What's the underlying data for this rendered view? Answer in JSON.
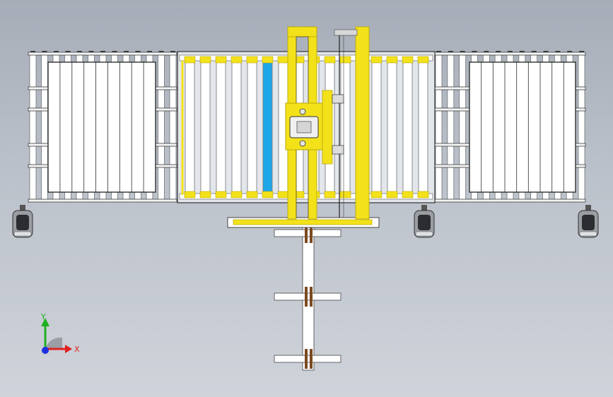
{
  "viewport": {
    "background_top": "#a6adb8",
    "background_bottom": "#cfd3da"
  },
  "colors": {
    "frame_yellow": "#f3e21a",
    "frame_yellow_dark": "#b8a80a",
    "roller_fill": "#ffffff",
    "roller_edge": "#6e7276",
    "highlight_roller": "#1ea7e8",
    "axis_x": "#e02020",
    "axis_y": "#20b020",
    "axis_z": "#2030e0"
  },
  "triad": {
    "x_label": "X",
    "y_label": "Y",
    "x_icon": "x-axis-arrow-icon",
    "y_icon": "y-axis-arrow-icon",
    "z_icon": "z-axis-dot-icon"
  },
  "model": {
    "left_conveyor": "left-roller-conveyor",
    "center_conveyor": "center-roller-conveyor",
    "right_conveyor": "right-roller-conveyor",
    "gantry": "yellow-gantry-frame",
    "fork": "fork-arm"
  }
}
